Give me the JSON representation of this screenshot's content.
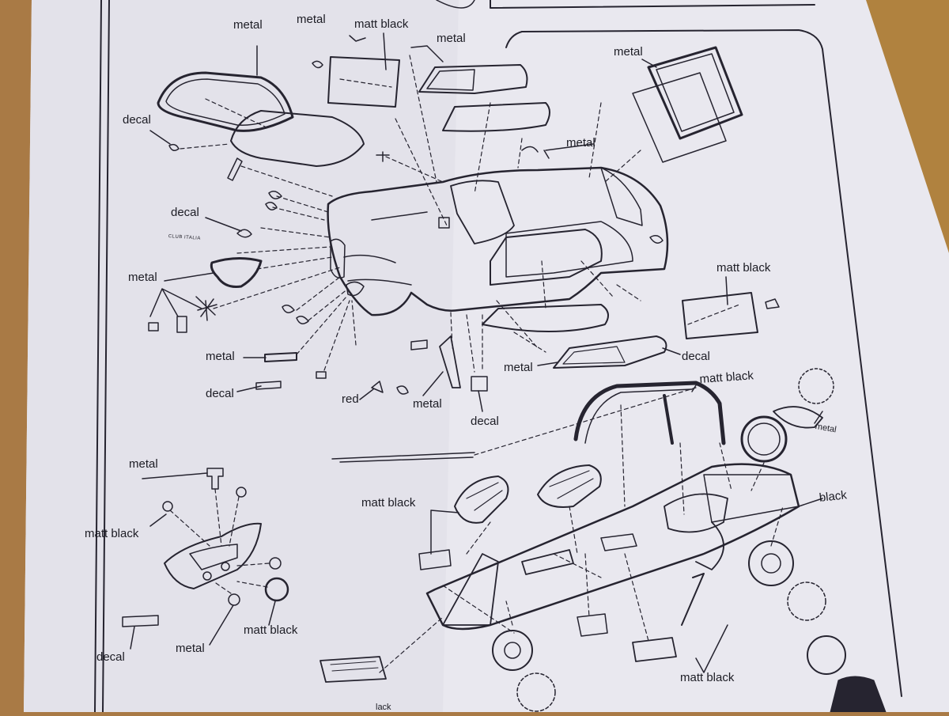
{
  "sheet": {
    "colors": {
      "paper": "#e9e8ef",
      "ink": "#262430",
      "table": "#a97a45"
    },
    "car_body": {
      "labels": {
        "windshield": "metal",
        "windshield_decal": "decal",
        "top_metal": "metal",
        "top_matt_black": "matt black",
        "side_window_metal": "metal",
        "rear_window_metal": "metal",
        "roof_metal": "metal",
        "nose_decal": "decal",
        "club_text": "CLUB ITALIA",
        "grille_metal": "metal",
        "side_metal": "metal",
        "side_decal": "decal",
        "red_light": "red",
        "lower_metal": "metal",
        "center_decal": "decal",
        "sill_metal": "metal",
        "sill_decal": "decal",
        "rear_panel": "matt black"
      }
    },
    "dashboard": {
      "labels": {
        "mirror_metal": "metal",
        "knob_matt_black": "matt black",
        "decal": "decal",
        "bottom_metal": "metal",
        "wheel_matt_black": "matt black"
      }
    },
    "chassis": {
      "labels": {
        "roll_bar": "matt black",
        "wheel_metal": "metal",
        "body_black": "black",
        "seat_matt_black": "matt black",
        "bottom_matt_black": "matt black",
        "partial": "lack"
      }
    }
  }
}
